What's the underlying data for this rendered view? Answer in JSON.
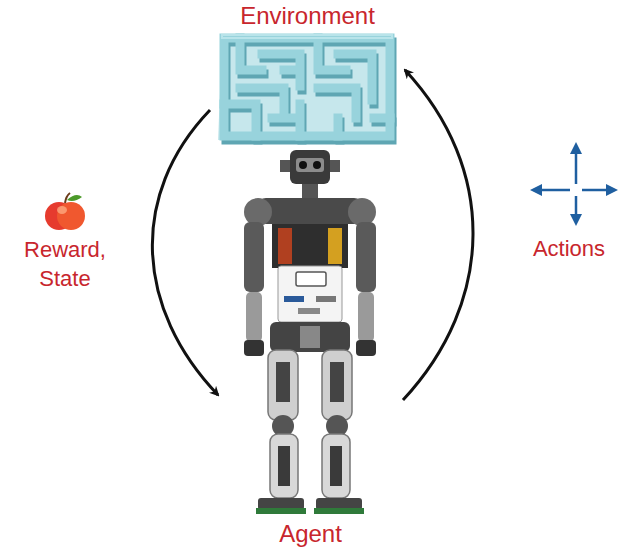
{
  "diagram": {
    "nodes": [
      {
        "text": [
          "Environment"
        ]
      },
      {
        "text": [
          "Agent"
        ]
      }
    ],
    "edges": [
      {
        "from": 0,
        "to": 1,
        "label": "Reward, State",
        "arrow": "to"
      },
      {
        "from": 1,
        "to": 0,
        "label": "Actions",
        "arrow": "to"
      }
    ]
  }
}
